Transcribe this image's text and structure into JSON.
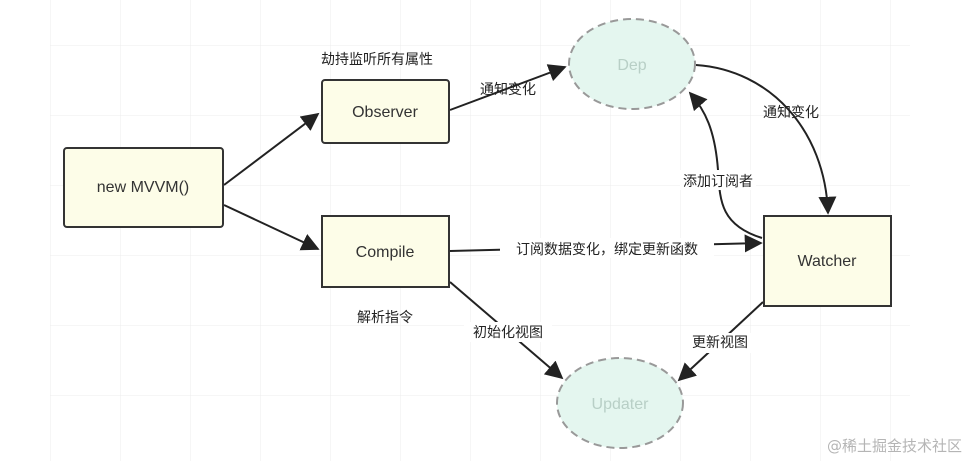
{
  "nodes": {
    "mvvm": "new MVVM()",
    "observer": "Observer",
    "compile": "Compile",
    "dep": "Dep",
    "watcher": "Watcher",
    "updater": "Updater"
  },
  "labels": {
    "hijack": "劫持监听所有属性",
    "notify1": "通知变化",
    "notify2": "通知变化",
    "add_subscriber": "添加订阅者",
    "subscribe": "订阅数据变化，绑定更新函数",
    "parse": "解析指令",
    "init_view": "初始化视图",
    "update_view": "更新视图"
  },
  "watermark": "@稀土掘金技术社区",
  "colors": {
    "box_fill": "#fdfde8",
    "ellipse_fill": "#e4f6ef",
    "stroke": "#333333"
  }
}
